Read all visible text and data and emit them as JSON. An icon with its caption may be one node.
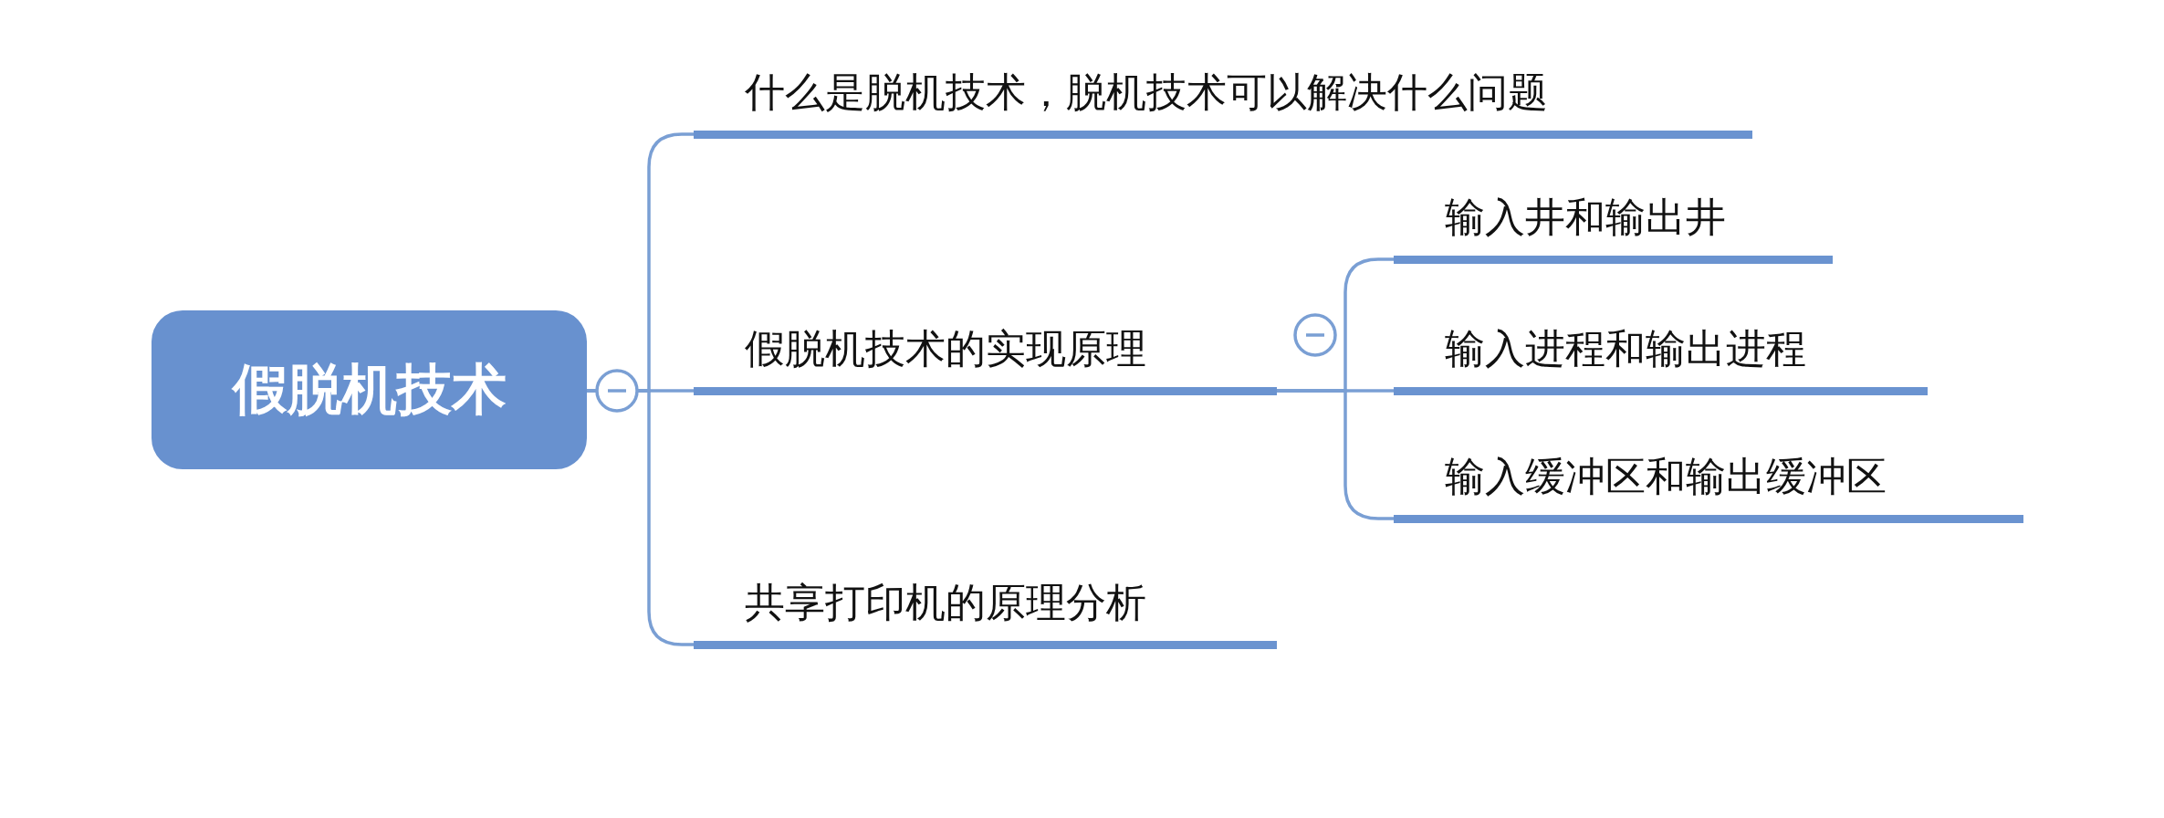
{
  "diagram": {
    "nodes": [
      {
        "text": [
          "假脱机技术"
        ]
      },
      {
        "text": [
          "什么是脱机技术，脱机技术可以解决什么问题"
        ]
      },
      {
        "text": [
          "假脱机技术的实现原理"
        ]
      },
      {
        "text": [
          "输入井和输出井"
        ]
      },
      {
        "text": [
          "输入进程和输出进程"
        ]
      },
      {
        "text": [
          "输入缓冲区和输出缓冲区"
        ]
      },
      {
        "text": [
          "共享打印机的原理分析"
        ]
      }
    ],
    "edges": [
      {
        "from": 0,
        "to": 1,
        "arrow": "none"
      },
      {
        "from": 0,
        "to": 2,
        "arrow": "none"
      },
      {
        "from": 0,
        "to": 6,
        "arrow": "none"
      },
      {
        "from": 2,
        "to": 3,
        "arrow": "none"
      },
      {
        "from": 2,
        "to": 4,
        "arrow": "none"
      },
      {
        "from": 2,
        "to": 5,
        "arrow": "none"
      }
    ]
  }
}
